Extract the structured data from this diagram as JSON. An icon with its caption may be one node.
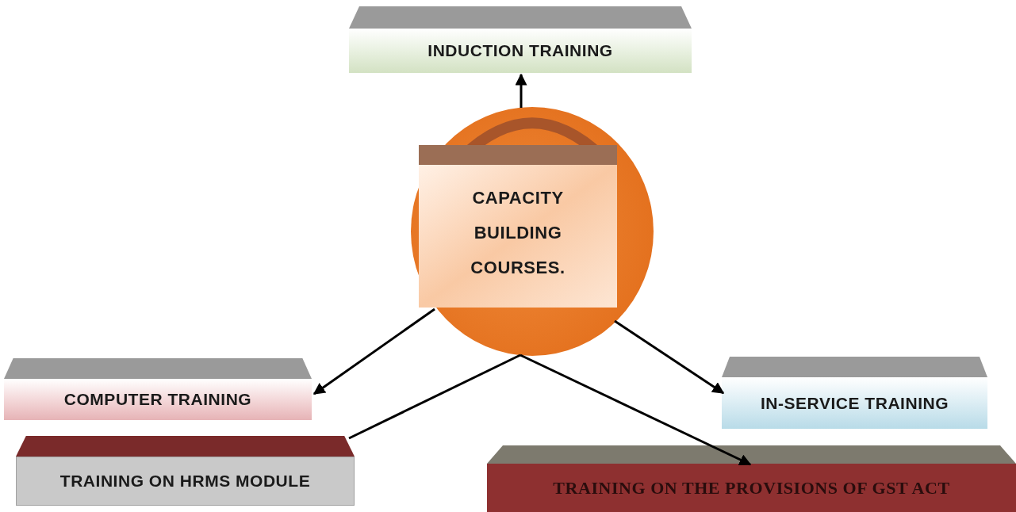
{
  "diagram": {
    "nodes": [
      {
        "text": [
          "INDUCTION TRAINING"
        ]
      },
      {
        "text": [],
        "shape": "circle"
      },
      {
        "text": [
          "CAPACITY BUILDING COURSES."
        ],
        "in": 1
      },
      {
        "text": [
          "COMPUTER TRAINING"
        ]
      },
      {
        "text": [
          "IN-SERVICE TRAINING"
        ]
      },
      {
        "text": [
          "TRAINING ON HRMS MODULE"
        ]
      },
      {
        "text": [
          "TRAINING ON THE PROVISIONS OF GST ACT"
        ]
      }
    ],
    "edges": [
      {
        "from": 1,
        "to": 0,
        "arrow": "to"
      },
      {
        "from": 1,
        "to": 3,
        "arrow": "to"
      },
      {
        "from": 1,
        "to": 4,
        "arrow": "to"
      },
      {
        "from": 1,
        "to": 5,
        "arrow": "none"
      },
      {
        "from": 1,
        "to": 6,
        "arrow": "to"
      }
    ]
  }
}
